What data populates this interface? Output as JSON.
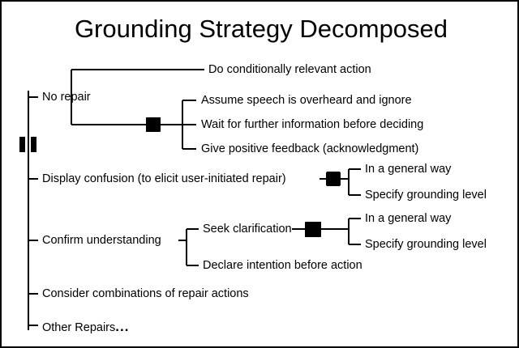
{
  "title": "Grounding Strategy Decomposed",
  "diagram": {
    "type": "tree",
    "root_marker": "double-bar-marker",
    "branches": [
      {
        "id": "no-repair",
        "label": "No repair",
        "children": [
          {
            "id": "do-conditionally-relevant-action",
            "label": "Do conditionally relevant action"
          },
          {
            "id": "no-repair-group",
            "marker": "filled-square-marker",
            "children": [
              {
                "id": "assume-speech-overheard",
                "label": "Assume speech is overheard and ignore"
              },
              {
                "id": "wait-for-further-information",
                "label": "Wait for further information before deciding"
              },
              {
                "id": "give-positive-feedback",
                "label": "Give positive feedback (acknowledgment)"
              }
            ]
          }
        ]
      },
      {
        "id": "display-confusion",
        "label": "Display confusion (to elicit user-initiated repair)",
        "marker": "filled-square-marker",
        "children": [
          {
            "id": "display-confusion-general",
            "label": "In a general way"
          },
          {
            "id": "display-confusion-specify",
            "label": "Specify grounding level"
          }
        ]
      },
      {
        "id": "confirm-understanding",
        "label": "Confirm understanding",
        "children": [
          {
            "id": "seek-clarification",
            "label": "Seek clarification",
            "marker": "filled-square-marker",
            "children": [
              {
                "id": "seek-clarification-general",
                "label": "In a general way"
              },
              {
                "id": "seek-clarification-specify",
                "label": "Specify grounding level"
              }
            ]
          },
          {
            "id": "declare-intention",
            "label": "Declare intention before action"
          }
        ]
      },
      {
        "id": "consider-combinations",
        "label": "Consider combinations of repair actions"
      },
      {
        "id": "other-repairs",
        "label": "Other Repairs",
        "suffix": "..."
      }
    ]
  },
  "colors": {
    "ink": "#000000",
    "background": "#ffffff",
    "border": "#000000"
  }
}
